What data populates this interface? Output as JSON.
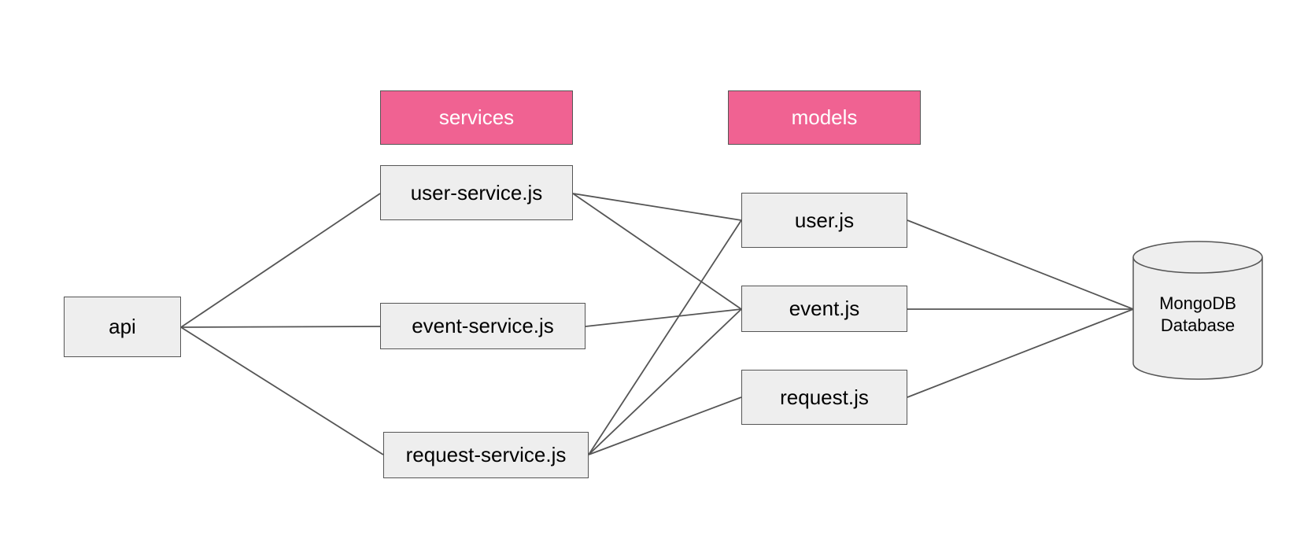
{
  "headers": {
    "services": "services",
    "models": "models"
  },
  "nodes": {
    "api": "api",
    "user_service": "user-service.js",
    "event_service": "event-service.js",
    "request_service": "request-service.js",
    "user_model": "user.js",
    "event_model": "event.js",
    "request_model": "request.js",
    "database_line1": "MongoDB",
    "database_line2": "Database"
  },
  "edges": [
    [
      "api",
      "user_service"
    ],
    [
      "api",
      "event_service"
    ],
    [
      "api",
      "request_service"
    ],
    [
      "user_service",
      "user_model"
    ],
    [
      "user_service",
      "event_model"
    ],
    [
      "event_service",
      "event_model"
    ],
    [
      "request_service",
      "user_model"
    ],
    [
      "request_service",
      "event_model"
    ],
    [
      "request_service",
      "request_model"
    ],
    [
      "user_model",
      "database"
    ],
    [
      "event_model",
      "database"
    ],
    [
      "request_model",
      "database"
    ]
  ],
  "colors": {
    "header_fill": "#f06292",
    "box_fill": "#eeeeee",
    "stroke": "#555555"
  }
}
